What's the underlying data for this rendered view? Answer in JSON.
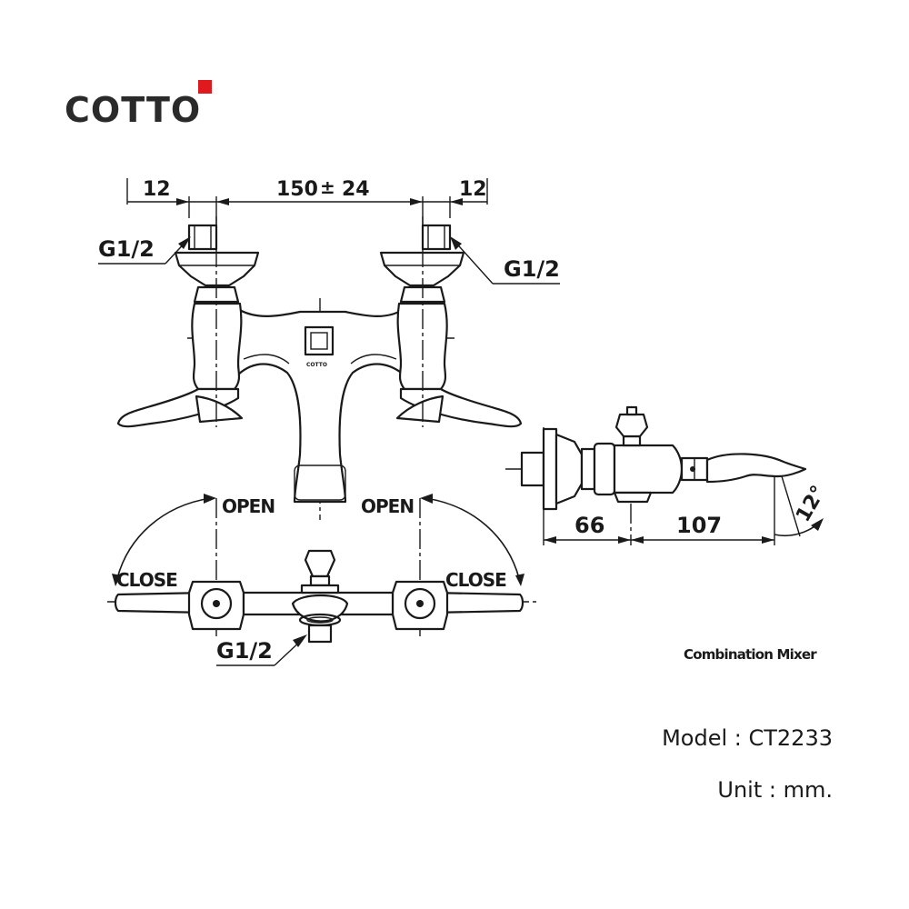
{
  "brand": {
    "name": "COTTO",
    "accent_color": "#e0191f"
  },
  "dimensions": {
    "left_offset": "12",
    "center_distance": "150",
    "center_tolerance": "±",
    "center_tolerance_value": "24",
    "right_offset": "12",
    "thread_left": "G1/2",
    "thread_right": "G1/2",
    "thread_bottom": "G1/2",
    "side_depth": "66",
    "side_spout": "107",
    "spout_angle": "12°"
  },
  "handles": {
    "left_open": "OPEN",
    "right_open": "OPEN",
    "left_close": "CLOSE",
    "right_close": "CLOSE"
  },
  "product": {
    "caption": "Combination Mixer",
    "model_label": "Model : CT2233",
    "unit_label": "Unit : mm."
  }
}
